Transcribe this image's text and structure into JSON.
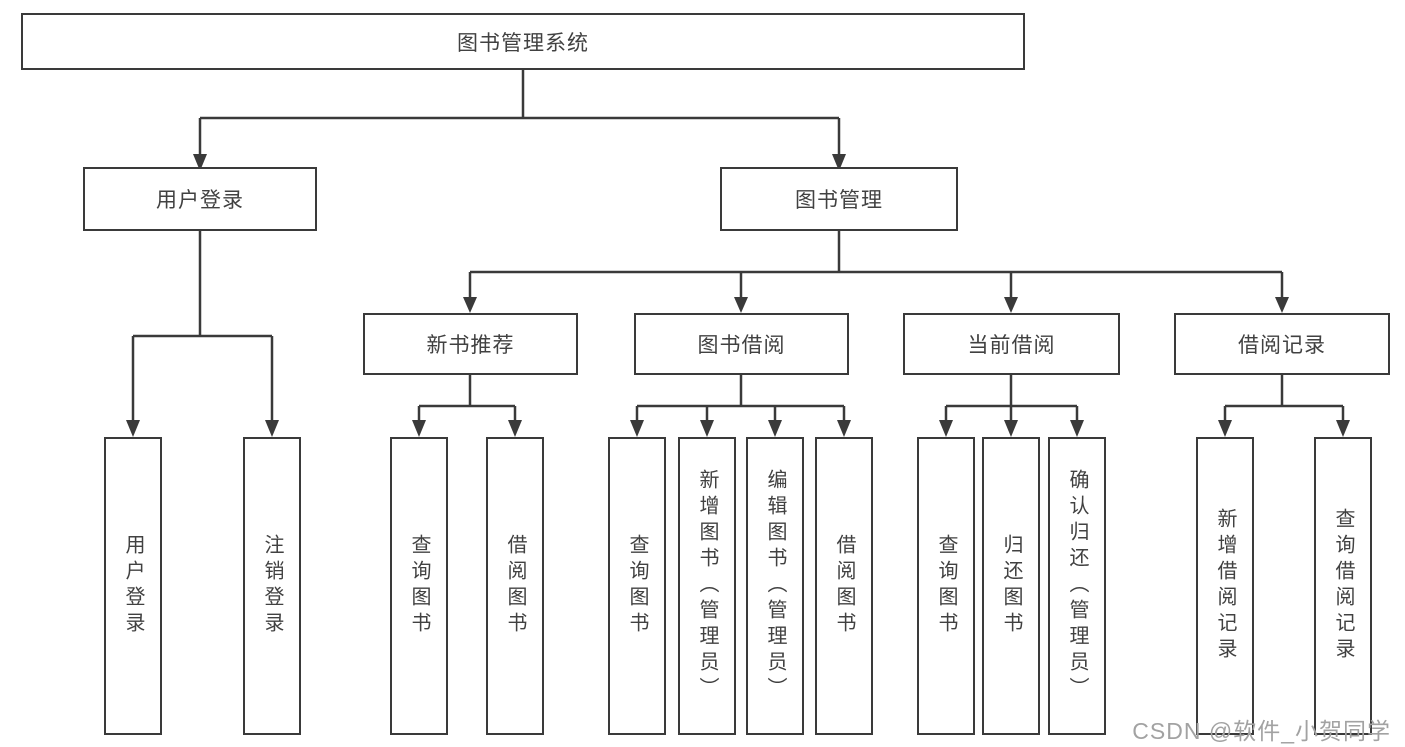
{
  "diagram": {
    "root": {
      "label": "图书管理系统"
    },
    "branches": [
      {
        "label": "用户登录",
        "children": [
          {
            "label": "用户登录"
          },
          {
            "label": "注销登录"
          }
        ]
      },
      {
        "label": "图书管理",
        "children": [
          {
            "label": "新书推荐",
            "children": [
              {
                "label": "查询图书"
              },
              {
                "label": "借阅图书"
              }
            ]
          },
          {
            "label": "图书借阅",
            "children": [
              {
                "label": "查询图书"
              },
              {
                "label": "新增图书（管理员）"
              },
              {
                "label": "编辑图书（管理员）"
              },
              {
                "label": "借阅图书"
              }
            ]
          },
          {
            "label": "当前借阅",
            "children": [
              {
                "label": "查询图书"
              },
              {
                "label": "归还图书"
              },
              {
                "label": "确认归还（管理员）"
              }
            ]
          },
          {
            "label": "借阅记录",
            "children": [
              {
                "label": "新增借阅记录"
              },
              {
                "label": "查询借阅记录"
              }
            ]
          }
        ]
      }
    ]
  },
  "watermark": {
    "text": "CSDN @软件_小贺同学"
  },
  "colors": {
    "line": "#3a3a3a",
    "text": "#414141",
    "background": "#ffffff",
    "watermark": "#a2a2a2"
  }
}
